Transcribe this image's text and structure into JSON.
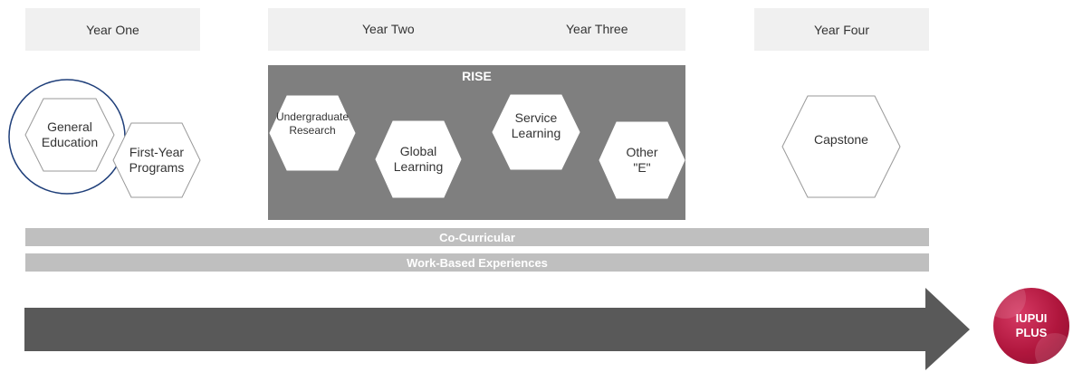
{
  "years": {
    "one": "Year One",
    "two": "Year Two",
    "three": "Year Three",
    "four": "Year Four"
  },
  "rise": {
    "title": "RISE",
    "items": {
      "undergraduate_research": "Undergraduate\nResearch",
      "global_learning": "Global\nLearning",
      "service_learning": "Service\nLearning",
      "other_e": "Other\n\"E\""
    }
  },
  "hexagons": {
    "general_education": "General\nEducation",
    "first_year_programs": "First-Year\nPrograms",
    "capstone": "Capstone"
  },
  "bars": {
    "co_curricular": "Co-Curricular",
    "work_based": "Work-Based Experiences"
  },
  "logo": {
    "line1": "IUPUI",
    "line2": "PLUS"
  },
  "colors": {
    "rise_panel": "#7f7f7f",
    "bars": "#bfbfbf",
    "arrow": "#595959",
    "highlight_circle": "#1f3f7a",
    "logo": "#b0163d"
  }
}
